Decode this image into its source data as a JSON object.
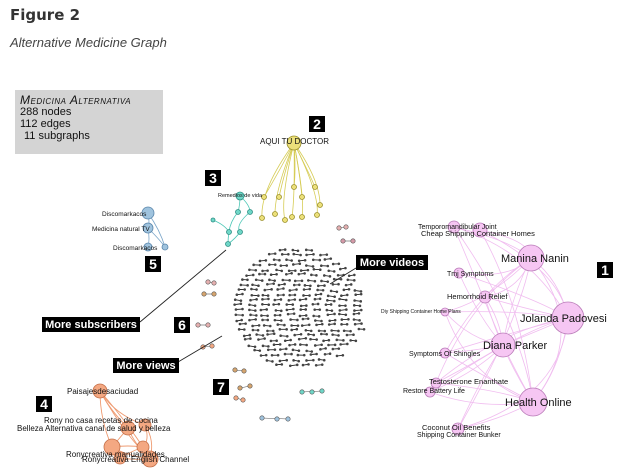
{
  "figure": {
    "label": "Figure 2",
    "subtitle": "Alternative Medicine Graph"
  },
  "infobox": {
    "title": "Medicina Alternativa",
    "nodes": "288 nodes",
    "edges": "112 edges",
    "subgraphs": "11 subgraphs"
  },
  "badges": [
    "1",
    "2",
    "3",
    "4",
    "5",
    "6",
    "7"
  ],
  "annotations": {
    "more_videos": "More videos",
    "more_subscribers": "More subscribers",
    "more_views": "More views"
  },
  "colors": {
    "pink": "#f6c6f3",
    "pink_edge": "#efb6ee",
    "pink_stroke": "#b97bb8",
    "yellow": "#ece07a",
    "yellow_edge": "#d6cc55",
    "teal": "#6fd7c8",
    "teal_edge": "#4cc7b6",
    "blue": "#9fc3de",
    "blue_edge": "#7aa5c8",
    "orange": "#f4a882",
    "orange_edge": "#ee9b72"
  },
  "cluster1": {
    "labels": {
      "temporomandibular": "Temporomandibular Joint",
      "cheap_container": "Cheap Shipping Container Homes",
      "manina": "Manina Nanin",
      "tmj": "Tmj Symptoms",
      "hemorrhoid": "Hemorrhoid Relief",
      "diy_container": "Diy Shipping Container Home Plans",
      "jolanda": "Jolanda Padovesi",
      "diana": "Diana Parker",
      "shingles": "Symptoms Of Shingles",
      "testosterone": "Testosterone Enanthate",
      "battery": "Restore Battery Life",
      "health": "Health Online",
      "coconut": "Coconut Oil Benefits",
      "bunker": "Shipping Container Bunker"
    }
  },
  "cluster2": {
    "labels": {
      "aqui": "AQUI TU DOCTOR"
    }
  },
  "cluster3": {
    "labels": {
      "remedios": "Remedios de vida"
    }
  },
  "cluster4": {
    "labels": {
      "paisajes": "Paisajesdesaciudad",
      "rony_cocina": "Rony no casa recetas de cocina",
      "belleza": "Belleza Alternativa canal de salud y belleza",
      "ronycreativa": "Ronycreativa manualidades",
      "english": "Ronycreativa English Channel"
    }
  },
  "cluster5": {
    "labels": {
      "disco1": "Discomarkacos",
      "medicina_tv": "Medicina natural TV",
      "disco2": "Discomarkacos"
    }
  }
}
